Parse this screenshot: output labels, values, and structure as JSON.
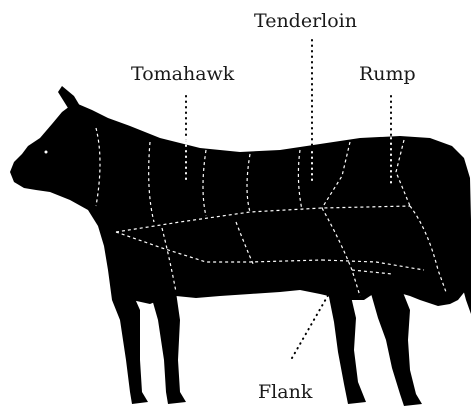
{
  "labels": {
    "tenderloin": "Tenderloin",
    "tomahawk": "Tomahawk",
    "rump": "Rump",
    "flank": "Flank"
  },
  "colors": {
    "silhouette": "#000000",
    "cut_lines": "#ffffff",
    "leader_dots": "#000000",
    "text": "#1a1a1a",
    "background": "#ffffff"
  },
  "icons": {
    "animal": "cow-silhouette-icon"
  }
}
